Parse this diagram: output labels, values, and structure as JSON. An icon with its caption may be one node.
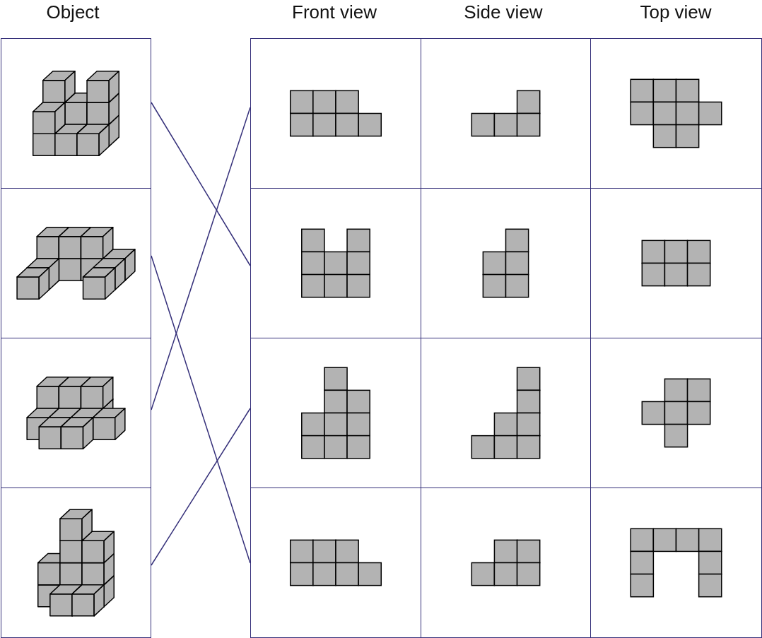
{
  "diagram": {
    "nodes": [
      {
        "text": [],
        "shape": "picture"
      },
      {
        "text": [],
        "shape": "picture"
      },
      {
        "text": [],
        "shape": "picture"
      },
      {
        "text": [],
        "shape": "picture"
      },
      {
        "text": [],
        "shape": "picture"
      },
      {
        "text": [],
        "shape": "picture"
      },
      {
        "text": [],
        "shape": "picture"
      },
      {
        "text": [],
        "shape": "picture"
      },
      {
        "text": [],
        "shape": "picture"
      },
      {
        "text": [],
        "shape": "picture"
      },
      {
        "text": [],
        "shape": "picture"
      },
      {
        "text": [],
        "shape": "picture"
      },
      {
        "text": [],
        "shape": "picture"
      },
      {
        "text": [],
        "shape": "picture"
      },
      {
        "text": [],
        "shape": "picture"
      },
      {
        "text": [],
        "shape": "picture"
      }
    ],
    "edges": [
      {
        "from": 0,
        "to": 7,
        "arrow": "none"
      },
      {
        "from": 1,
        "to": 13,
        "arrow": "none"
      },
      {
        "from": 2,
        "to": 4,
        "arrow": "none"
      },
      {
        "from": 3,
        "to": 10,
        "arrow": "none"
      }
    ],
    "labels": [
      "Object",
      "Front view",
      "Side view",
      "Top view"
    ]
  }
}
